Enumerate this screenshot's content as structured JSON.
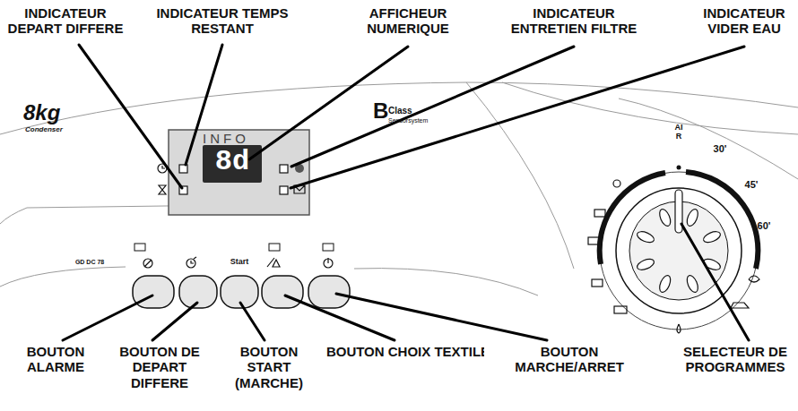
{
  "diagram": {
    "labels": [
      "INDICATEUR DEPART DIFFERE",
      "INDICATEUR TEMPS RESTANT",
      "AFFICHEUR NUMERIQUE",
      "INDICATEUR ENTRETIEN FILTRE",
      "INDICATEUR VIDER EAU",
      "8kg",
      "Condenser",
      "B",
      "Class",
      "Sensorsystem",
      "INFO",
      "8d",
      "GD DC 78",
      "Start",
      "AIR",
      "30'",
      "45'",
      "60'",
      "BOUTON ALARME",
      "BOUTON DE DEPART DIFFERE",
      "BOUTON START (MARCHE)",
      "BOUTON CHOIX TEXTILE",
      "BOUTON MARCHE/ARRET",
      "SELECTEUR DE PROGRAMMES"
    ]
  }
}
